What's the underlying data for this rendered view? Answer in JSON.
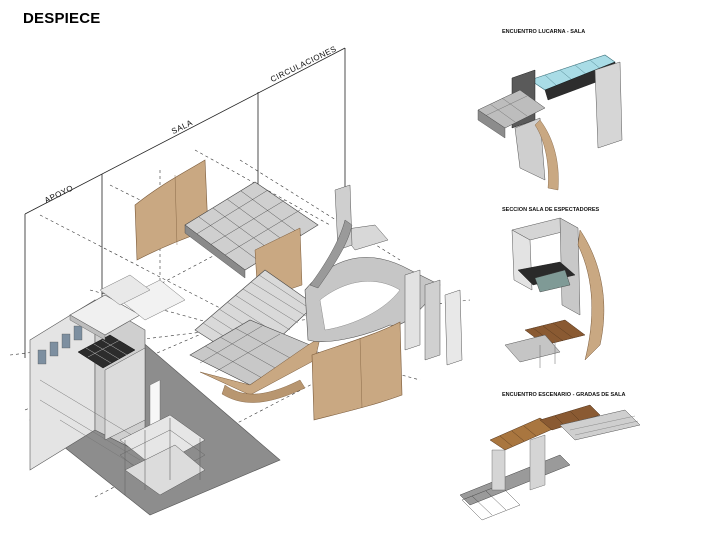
{
  "title": "DESPIECE",
  "axis_labels": {
    "apoyo": "APOYO",
    "sala": "SALA",
    "circulaciones": "CIRCULACIONES"
  },
  "details": [
    {
      "caption": "ENCUENTRO LUCARNA - SALA"
    },
    {
      "caption": "SECCION SALA DE ESPECTADORES"
    },
    {
      "caption": "ENCUENTRO ESCENARIO - GRADAS DE SALA"
    }
  ],
  "colors": {
    "wood": "#c9a882",
    "wood_dark": "#8a5a32",
    "concrete": "#b8b8b8",
    "steel": "#6a6a6a",
    "glass": "#a9dce6",
    "ground": "#8d8d8d"
  }
}
